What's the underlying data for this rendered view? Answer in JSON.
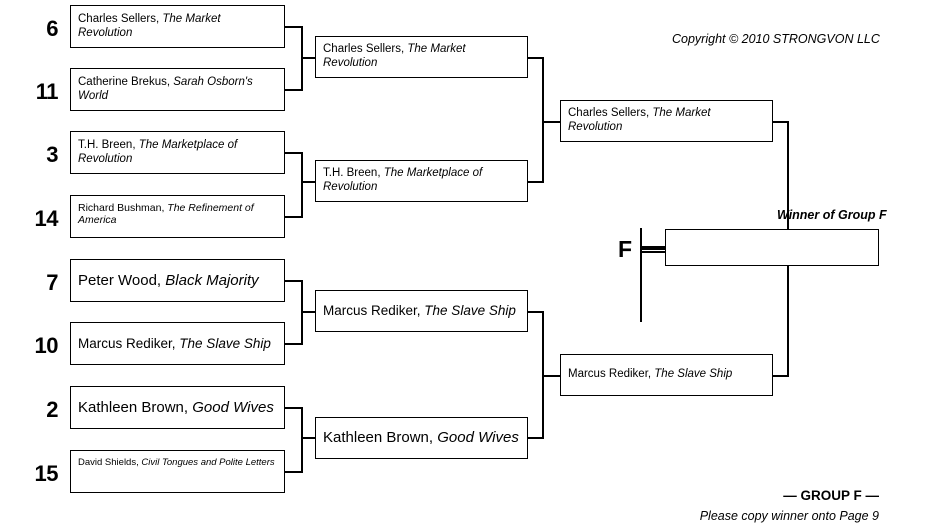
{
  "bracket": {
    "group_letter": "F",
    "copyright": "Copyright © 2010 STRONGVON LLC",
    "winner_label": "Winner of Group F",
    "footer_group": "— GROUP F —",
    "footer_note": "Please copy winner onto Page 9",
    "final_box_value": ""
  },
  "round1": [
    {
      "seed": "6",
      "name": "Charles Sellers, ",
      "title": "The Market Revolution"
    },
    {
      "seed": "11",
      "name": "Catherine Brekus, ",
      "title": "Sarah Osborn's World"
    },
    {
      "seed": "3",
      "name": "T.H. Breen, ",
      "title": "The Marketplace of Revolution"
    },
    {
      "seed": "14",
      "name": "Richard Bushman, ",
      "title": "The Refinement of America"
    },
    {
      "seed": "7",
      "name": "Peter Wood, ",
      "title": "Black Majority"
    },
    {
      "seed": "10",
      "name": "Marcus Rediker, ",
      "title": "The Slave Ship"
    },
    {
      "seed": "2",
      "name": "Kathleen Brown, ",
      "title": "Good Wives"
    },
    {
      "seed": "15",
      "name": "David Shields, ",
      "title": "Civil Tongues and Polite Letters"
    }
  ],
  "round2": [
    {
      "name": "Charles Sellers, ",
      "title": "The Market Revolution"
    },
    {
      "name": "T.H. Breen, ",
      "title": "The Marketplace of Revolution"
    },
    {
      "name": "Marcus Rediker, ",
      "title": "The Slave Ship"
    },
    {
      "name": "Kathleen Brown, ",
      "title": "Good Wives"
    }
  ],
  "round3": [
    {
      "name": "Charles Sellers, ",
      "title": "The Market Revolution"
    },
    {
      "name": "Marcus Rediker, ",
      "title": "The Slave Ship"
    }
  ]
}
